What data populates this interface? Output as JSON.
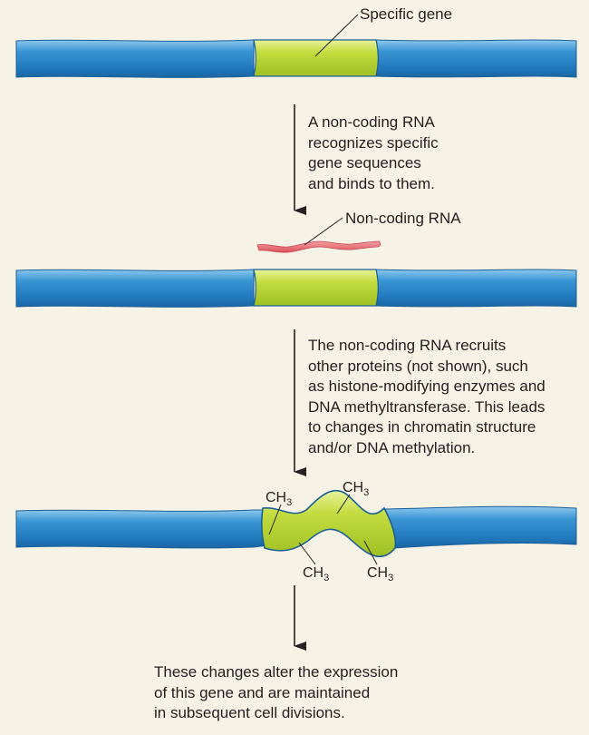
{
  "labels": {
    "specific_gene": "Specific gene",
    "noncoding_rna": "Non-coding RNA",
    "methyl_main": "CH",
    "methyl_sub": "3"
  },
  "captions": {
    "step1": "A non-coding RNA\nrecognizes specific\ngene sequences\nand binds to them.",
    "step2": "The non-coding RNA recruits\nother proteins (not shown), such\nas histone-modifying enzymes and\nDNA methyltransferase. This leads\nto changes in chromatin structure\nand/or DNA methylation.",
    "step3": "These changes alter the expression\nof this gene and are maintained\nin subsequent cell divisions."
  },
  "colors": {
    "dna": "#2f86c8",
    "gene": "#b7d334",
    "rna": "#e8626b",
    "arrow": "#231f20",
    "background": "#f7f2e6"
  }
}
